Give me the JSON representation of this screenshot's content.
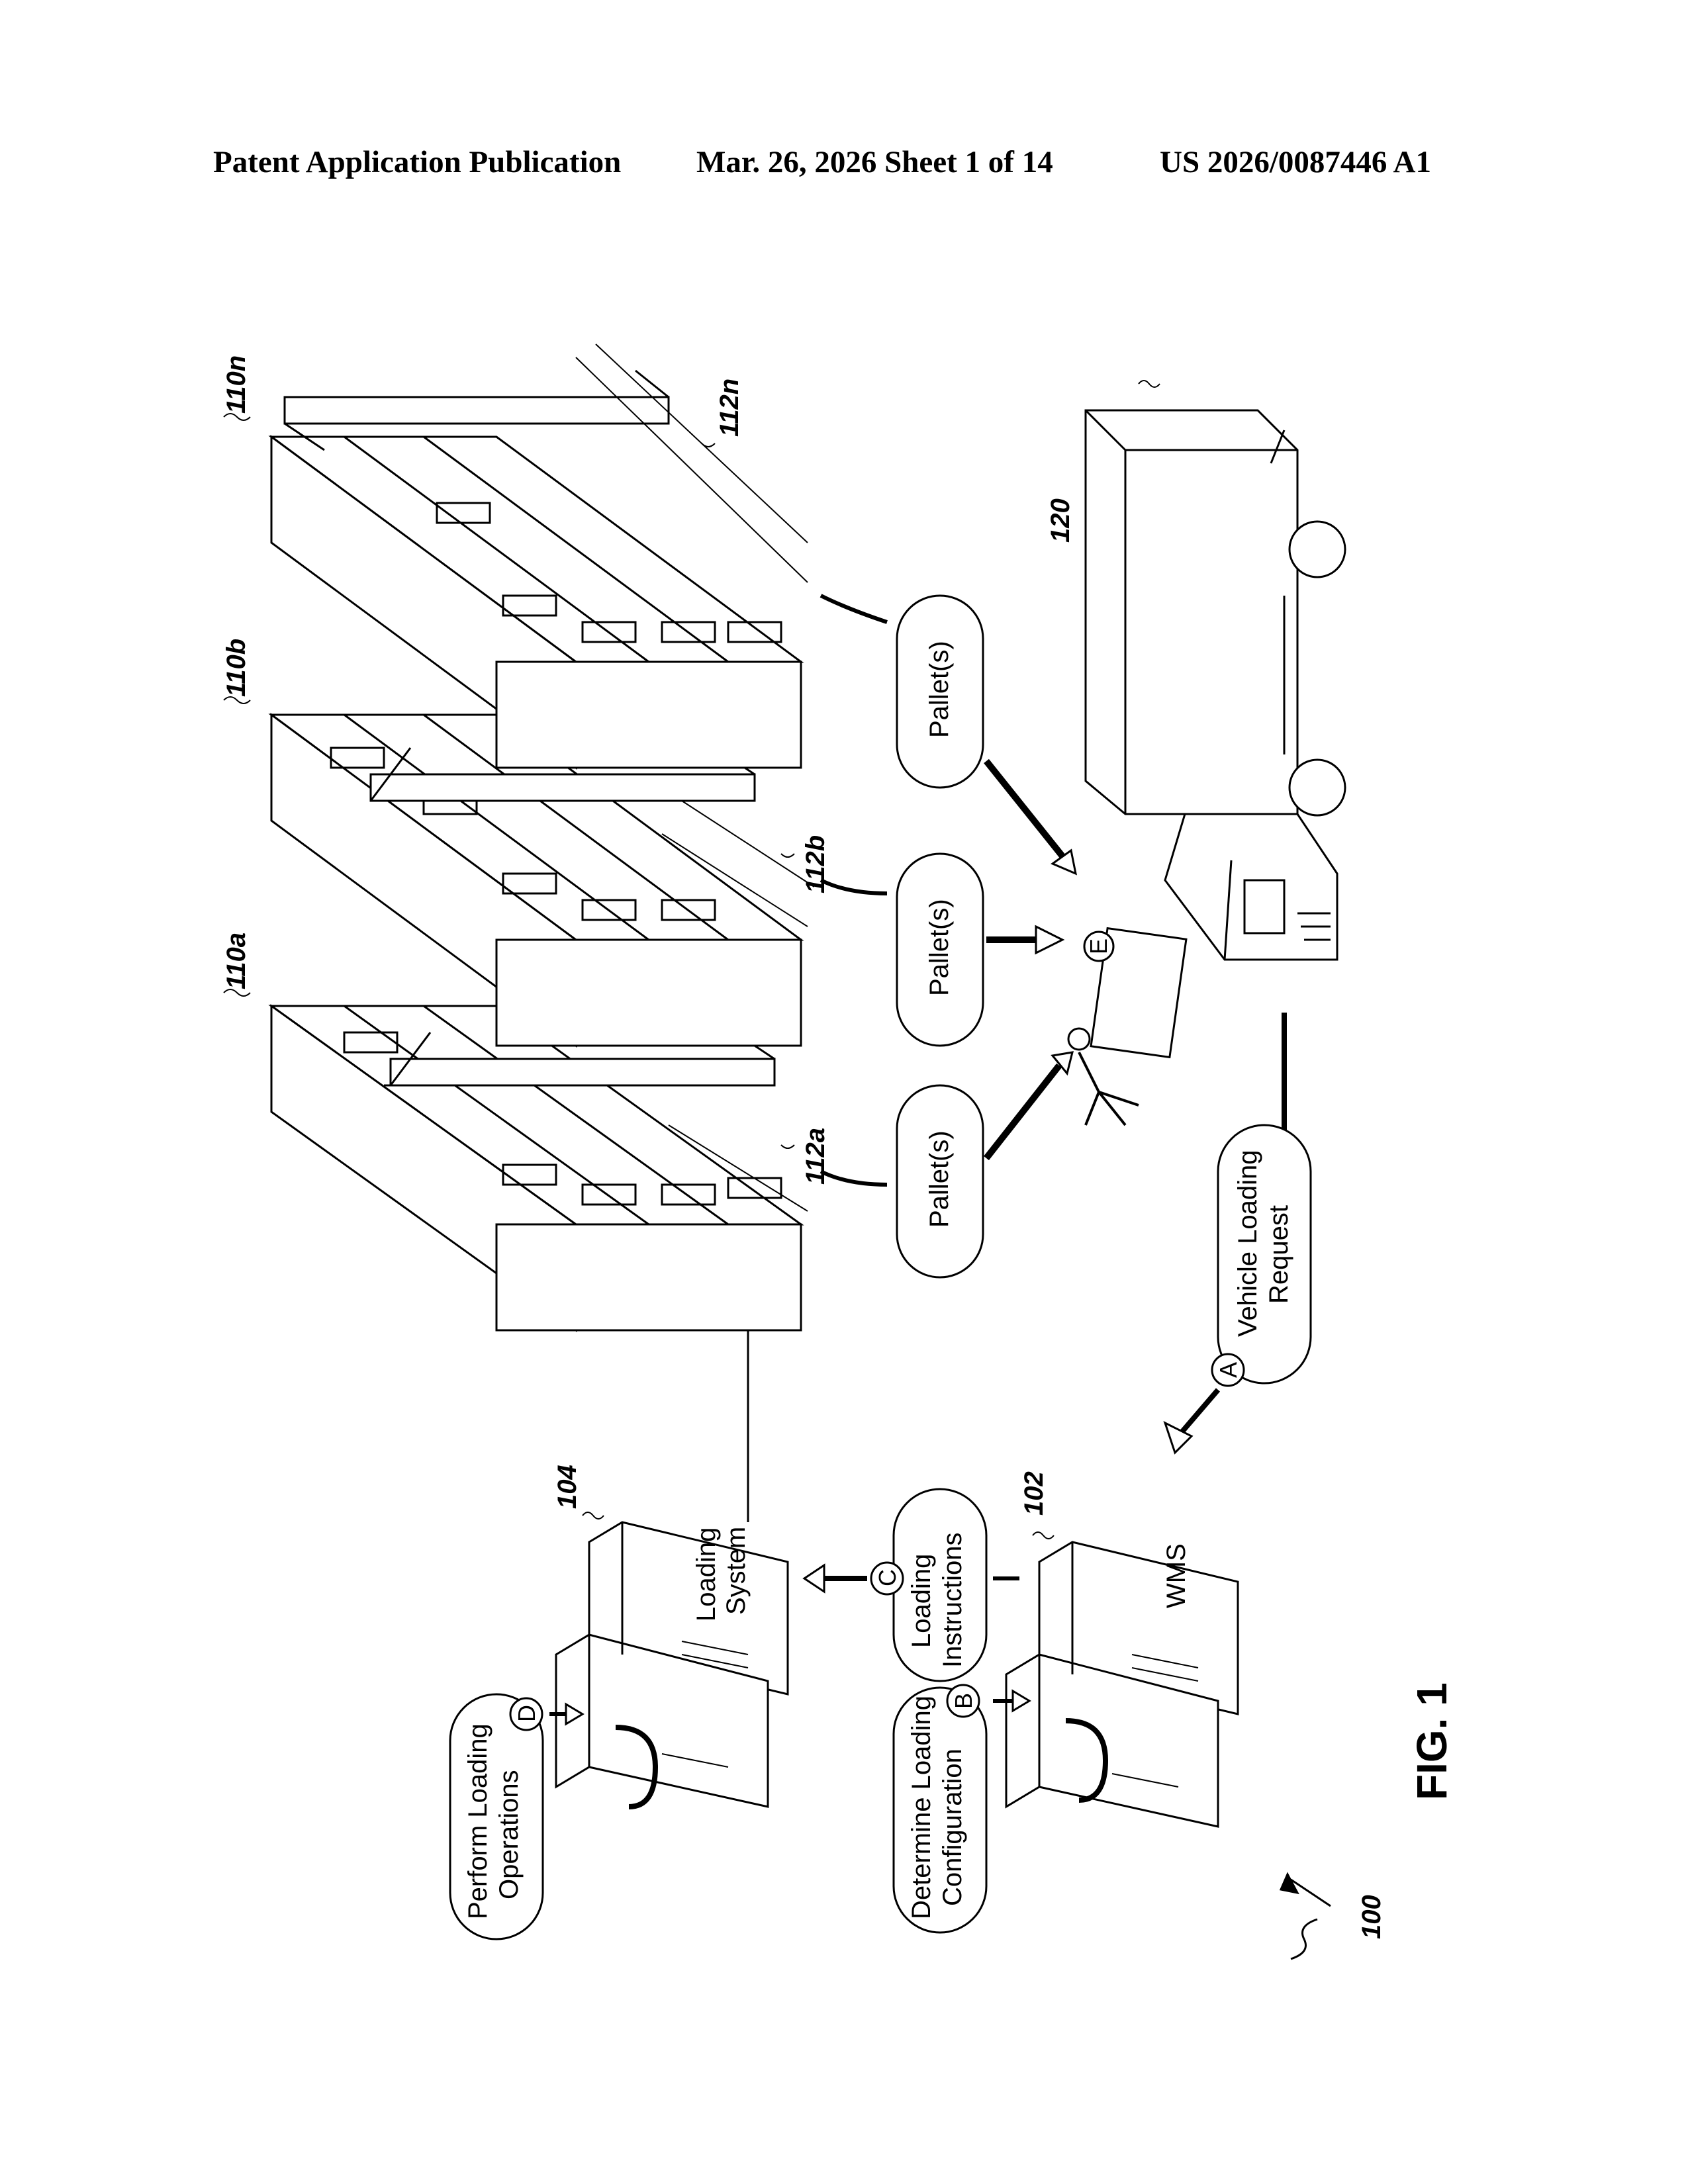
{
  "header": {
    "publication": "Patent Application Publication",
    "date_sheet": "Mar. 26, 2026  Sheet 1 of 14",
    "number": "US 2026/0087446 A1"
  },
  "figure": {
    "label": "FIG. 1",
    "refs": {
      "system": "100",
      "wms": "102",
      "loading_system": "104",
      "rack_a": "110a",
      "rack_b": "110b",
      "rack_n": "110n",
      "pallet_a": "112a",
      "pallet_b": "112b",
      "pallet_n": "112n",
      "vehicle": "120"
    },
    "servers": {
      "wms": "WMS",
      "loading_line1": "Loading",
      "loading_line2": "System"
    },
    "bubbles": {
      "pallets": "Pallet(s)",
      "vehicle_request_line1": "Vehicle Loading",
      "vehicle_request_line2": "Request",
      "instructions_line1": "Loading",
      "instructions_line2": "Instructions",
      "determine_line1": "Determine Loading",
      "determine_line2": "Configuration",
      "perform_line1": "Perform Loading",
      "perform_line2": "Operations"
    },
    "steps": {
      "a": "A",
      "b": "B",
      "c": "C",
      "d": "D",
      "e": "E"
    }
  }
}
